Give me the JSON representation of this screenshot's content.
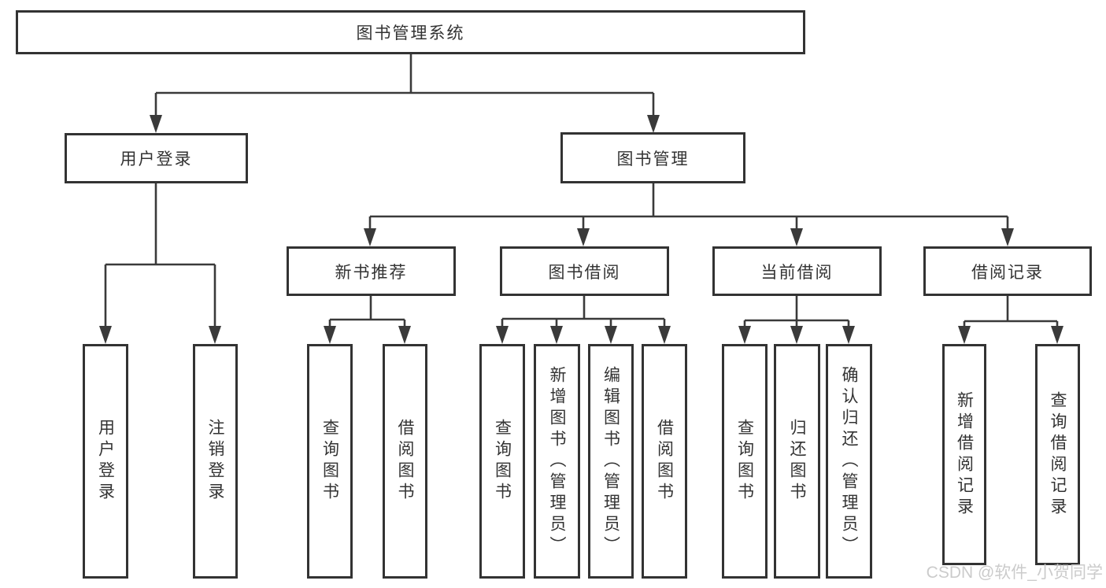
{
  "diagram": {
    "root_label": "图书管理系统",
    "branches": [
      {
        "label": "用户登录",
        "children": [
          {
            "label": "用户登录"
          },
          {
            "label": "注销登录"
          }
        ]
      },
      {
        "label": "图书管理",
        "children": [
          {
            "label": "新书推荐",
            "children": [
              {
                "label": "查询图书"
              },
              {
                "label": "借阅图书"
              }
            ]
          },
          {
            "label": "图书借阅",
            "children": [
              {
                "label": "查询图书"
              },
              {
                "label": "新增图书（管理员）"
              },
              {
                "label": "编辑图书（管理员）"
              },
              {
                "label": "借阅图书"
              }
            ]
          },
          {
            "label": "当前借阅",
            "children": [
              {
                "label": "查询图书"
              },
              {
                "label": "归还图书"
              },
              {
                "label": "确认归还（管理员）"
              }
            ]
          },
          {
            "label": "借阅记录",
            "children": [
              {
                "label": "新增借阅记录"
              },
              {
                "label": "查询借阅记录"
              }
            ]
          }
        ]
      }
    ]
  },
  "watermark": {
    "text": "CSDN @软件_小贺同学"
  },
  "colors": {
    "line": "#3a3a3a",
    "box_border": "#333333",
    "text": "#333333",
    "background": "#ffffff",
    "watermark": "#c7c7c7"
  }
}
